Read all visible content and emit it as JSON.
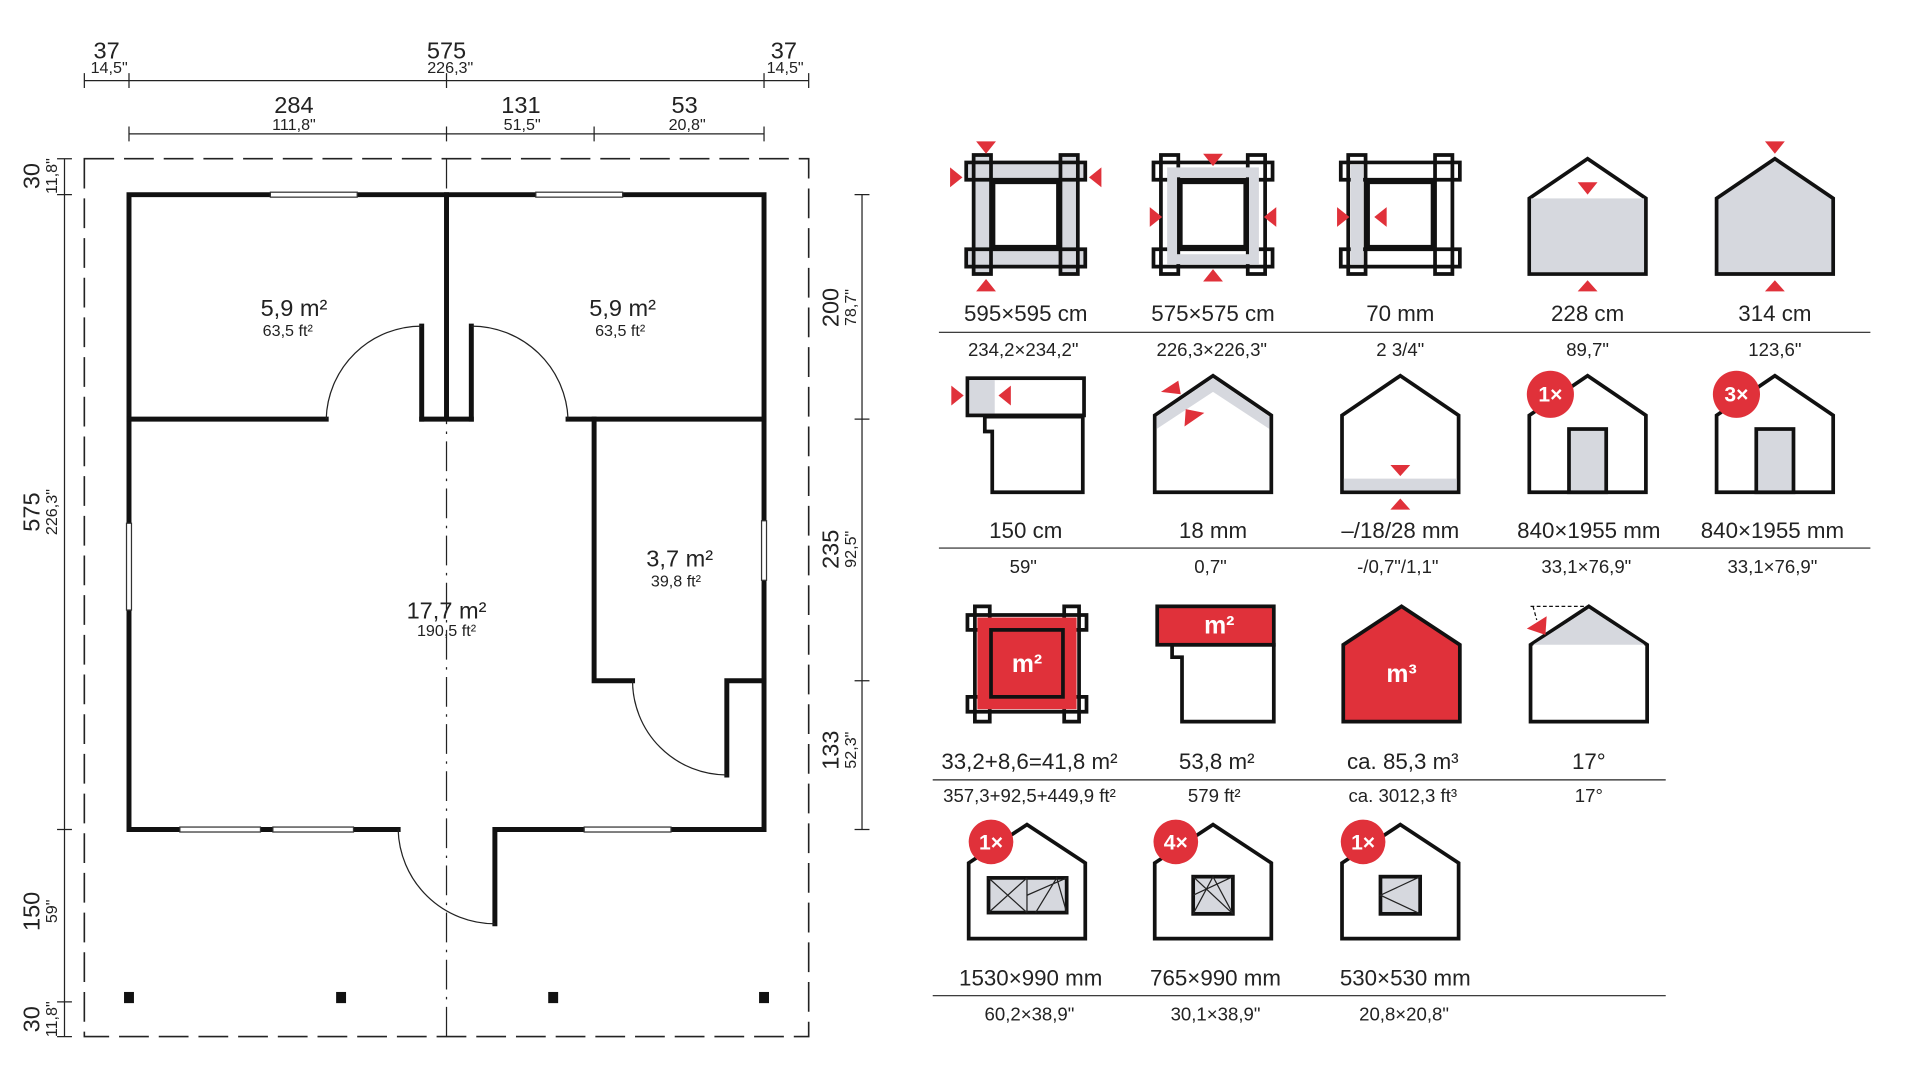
{
  "plan": {
    "top_dims": [
      {
        "cm": "37",
        "in": "14,5\""
      },
      {
        "cm": "575",
        "in": "226,3\""
      },
      {
        "cm": "37",
        "in": "14,5\""
      }
    ],
    "sub_dims": [
      {
        "cm": "284",
        "in": "111,8\""
      },
      {
        "cm": "131",
        "in": "51,5\""
      },
      {
        "cm": "53",
        "in": "20,8\""
      }
    ],
    "left_dims": [
      {
        "cm": "30",
        "in": "11,8\""
      },
      {
        "cm": "575",
        "in": "226,3\""
      },
      {
        "cm": "150",
        "in": "59\""
      },
      {
        "cm": "30",
        "in": "11,8\""
      }
    ],
    "right_dims": [
      {
        "cm": "200",
        "in": "78,7\""
      },
      {
        "cm": "235",
        "in": "92,5\""
      },
      {
        "cm": "133",
        "in": "52,3\""
      }
    ],
    "rooms": [
      {
        "m2": "5,9 m²",
        "ft2": "63,5 ft²"
      },
      {
        "m2": "5,9 m²",
        "ft2": "63,5 ft²"
      },
      {
        "m2": "3,7 m²",
        "ft2": "39,8 ft²"
      },
      {
        "m2": "17,7 m²",
        "ft2": "190,5 ft²"
      }
    ]
  },
  "specs": {
    "accent_color": "#e0313a",
    "rows": [
      [
        {
          "metric": "595×595 cm",
          "imperial": "234,2×234,2\""
        },
        {
          "metric": "575×575 cm",
          "imperial": "226,3×226,3\""
        },
        {
          "metric": "70 mm",
          "imperial": "2  3/4\""
        },
        {
          "metric": "228 cm",
          "imperial": "89,7\""
        },
        {
          "metric": "314 cm",
          "imperial": "123,6\""
        }
      ],
      [
        {
          "metric": "150 cm",
          "imperial": "59\""
        },
        {
          "metric": "18 mm",
          "imperial": "0,7\""
        },
        {
          "metric": "–/18/28 mm",
          "imperial": "-/0,7\"/1,1\""
        },
        {
          "metric": "840×1955 mm",
          "imperial": "33,1×76,9\"",
          "badge": "1×"
        },
        {
          "metric": "840×1955 mm",
          "imperial": "33,1×76,9\"",
          "badge": "3×"
        }
      ],
      [
        {
          "metric": "33,2+8,6=41,8 m²",
          "imperial": "357,3+92,5+449,9 ft²",
          "icon_text": "m²"
        },
        {
          "metric": "53,8 m²",
          "imperial": "579 ft²",
          "icon_text": "m²"
        },
        {
          "metric": "ca. 85,3 m³",
          "imperial": "ca. 3012,3 ft³",
          "icon_text": "m³"
        },
        {
          "metric": "17°",
          "imperial": "17°"
        }
      ],
      [
        {
          "metric": "1530×990 mm",
          "imperial": "60,2×38,9\"",
          "badge": "1×"
        },
        {
          "metric": "765×990 mm",
          "imperial": "30,1×38,9\"",
          "badge": "4×"
        },
        {
          "metric": "530×530 mm",
          "imperial": "20,8×20,8\"",
          "badge": "1×"
        }
      ]
    ]
  }
}
